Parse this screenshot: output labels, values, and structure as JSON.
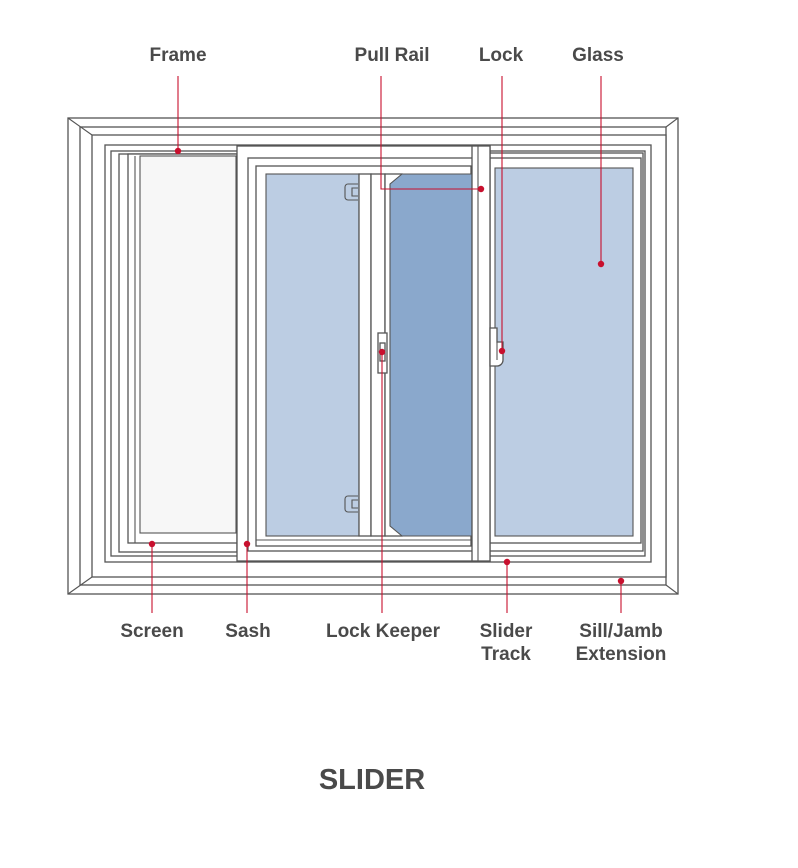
{
  "diagram": {
    "title": "SLIDER",
    "labels": {
      "frame": "Frame",
      "pull_rail": "Pull Rail",
      "lock": "Lock",
      "glass": "Glass",
      "screen": "Screen",
      "sash": "Sash",
      "lock_keeper": "Lock Keeper",
      "slider_track_line1": "Slider",
      "slider_track_line2": "Track",
      "sill_jamb_line1": "Sill/Jamb",
      "sill_jamb_line2": "Extension"
    },
    "colors": {
      "glass_light": "#bccde3",
      "glass_dark": "#8aa8cc",
      "screen": "#f7f7f7",
      "outline": "#555555",
      "leader": "#c8102e",
      "text": "#4a4a4a"
    }
  }
}
